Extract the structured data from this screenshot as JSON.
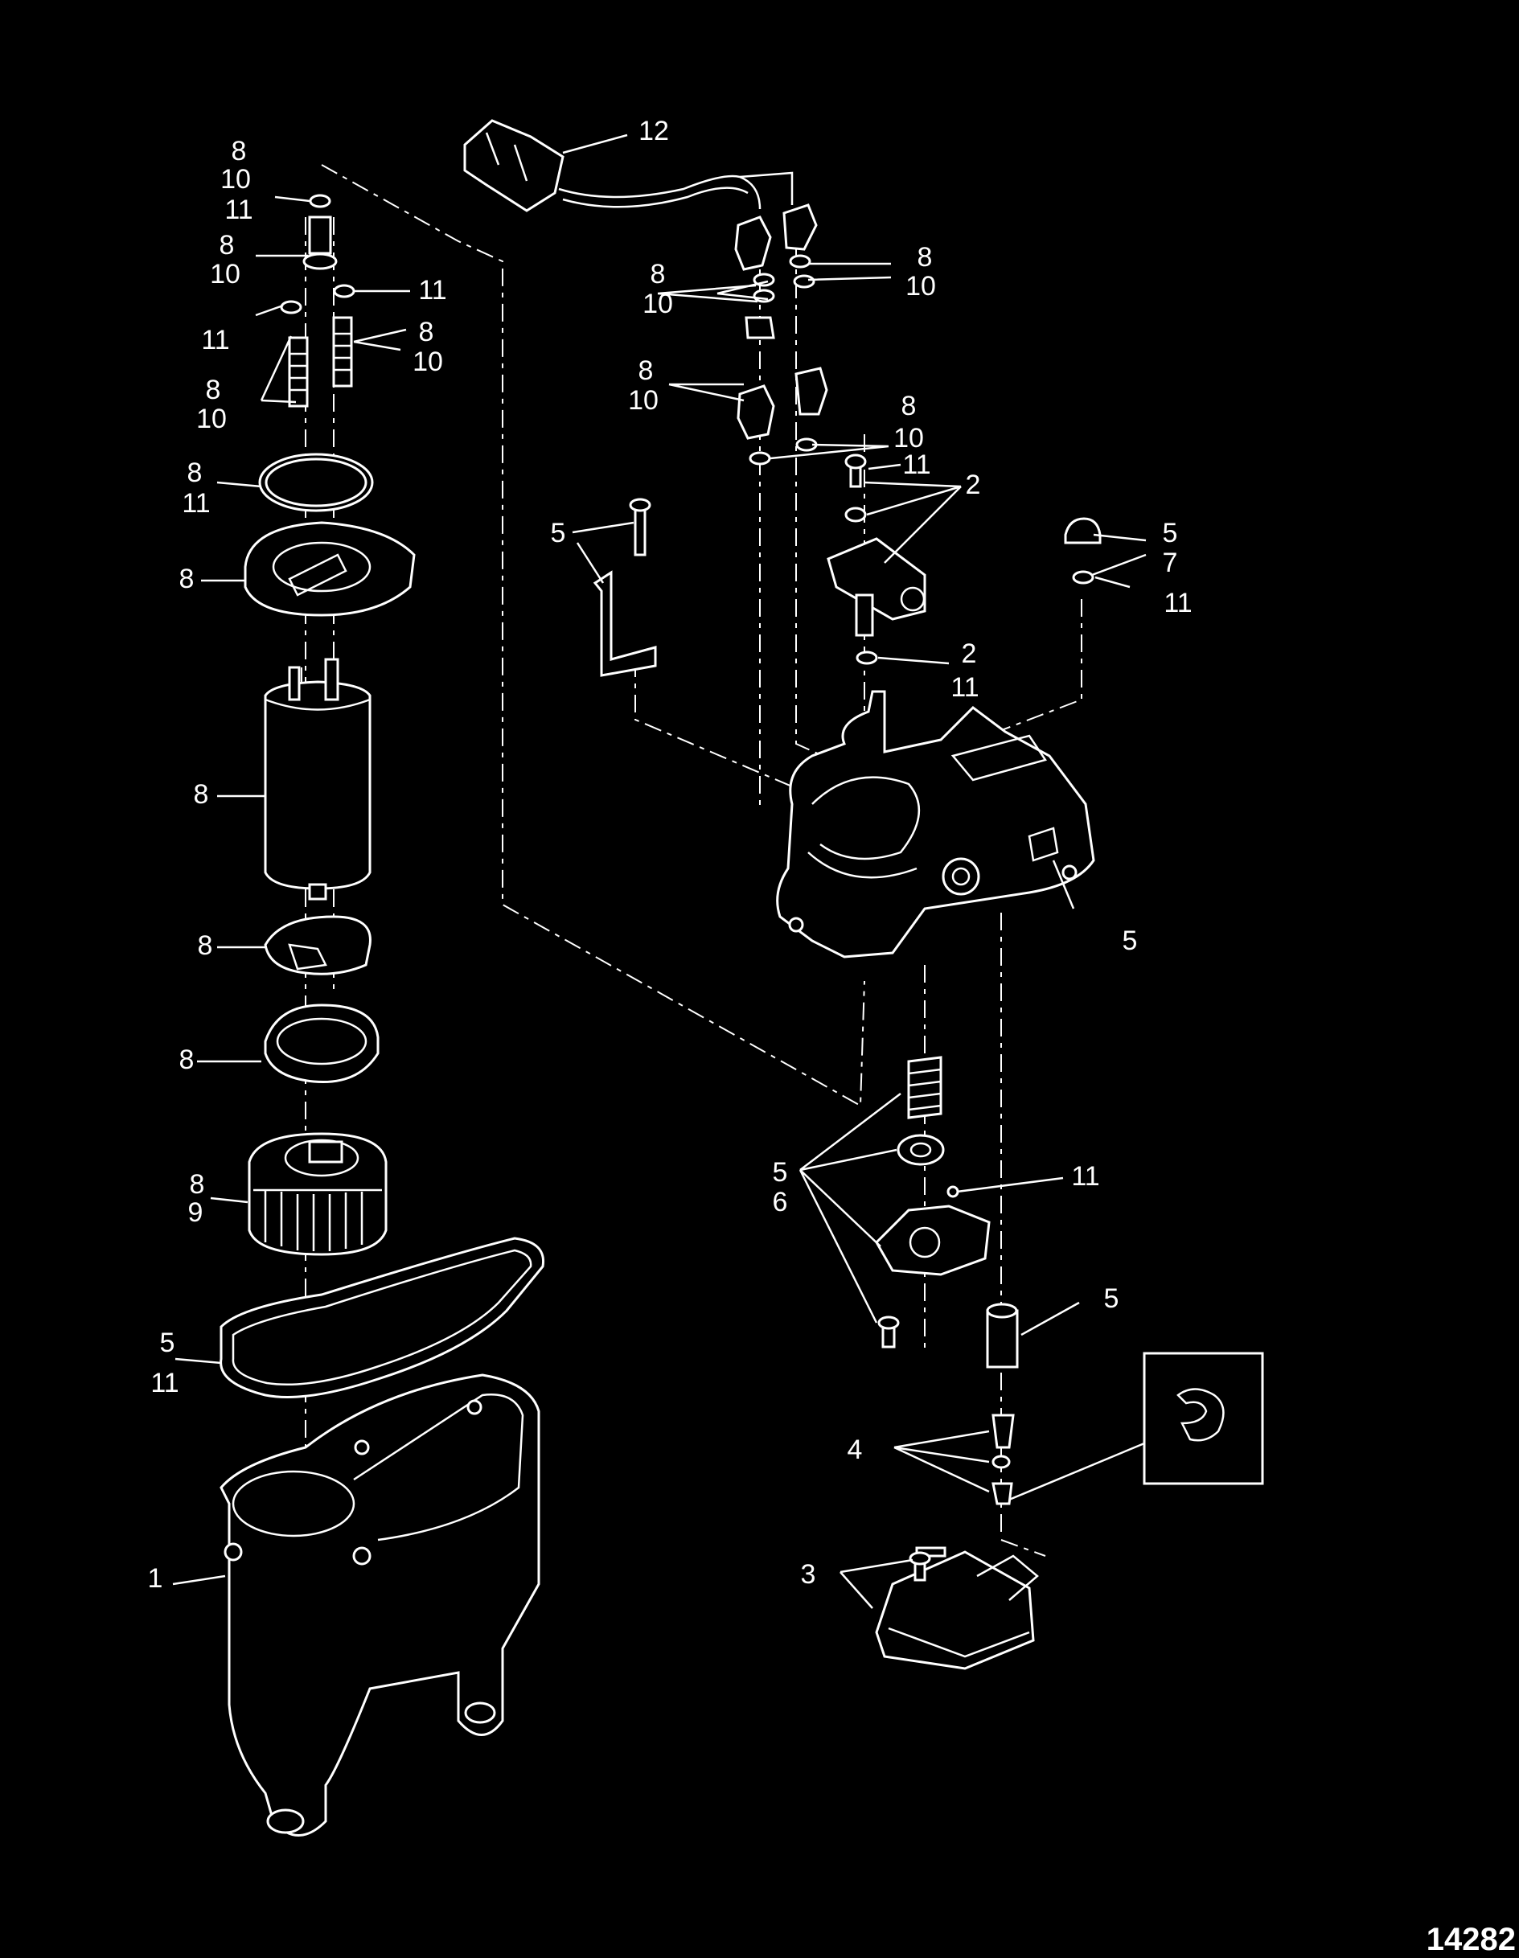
{
  "figure_number": "14282",
  "callout_labels": [
    "8",
    "10",
    "11",
    "8",
    "10",
    "11",
    "11",
    "8",
    "10",
    "8",
    "10",
    "8",
    "11",
    "8",
    "8",
    "8",
    "8",
    "8",
    "9",
    "5",
    "11",
    "1",
    "12",
    "8",
    "10",
    "8",
    "10",
    "8",
    "10",
    "8",
    "10",
    "11",
    "2",
    "5",
    "5",
    "7",
    "11",
    "2",
    "11",
    "5",
    "5",
    "6",
    "11",
    "5",
    "4",
    "3"
  ],
  "colors": {
    "background": "#000000",
    "ink": "#ffffff"
  }
}
